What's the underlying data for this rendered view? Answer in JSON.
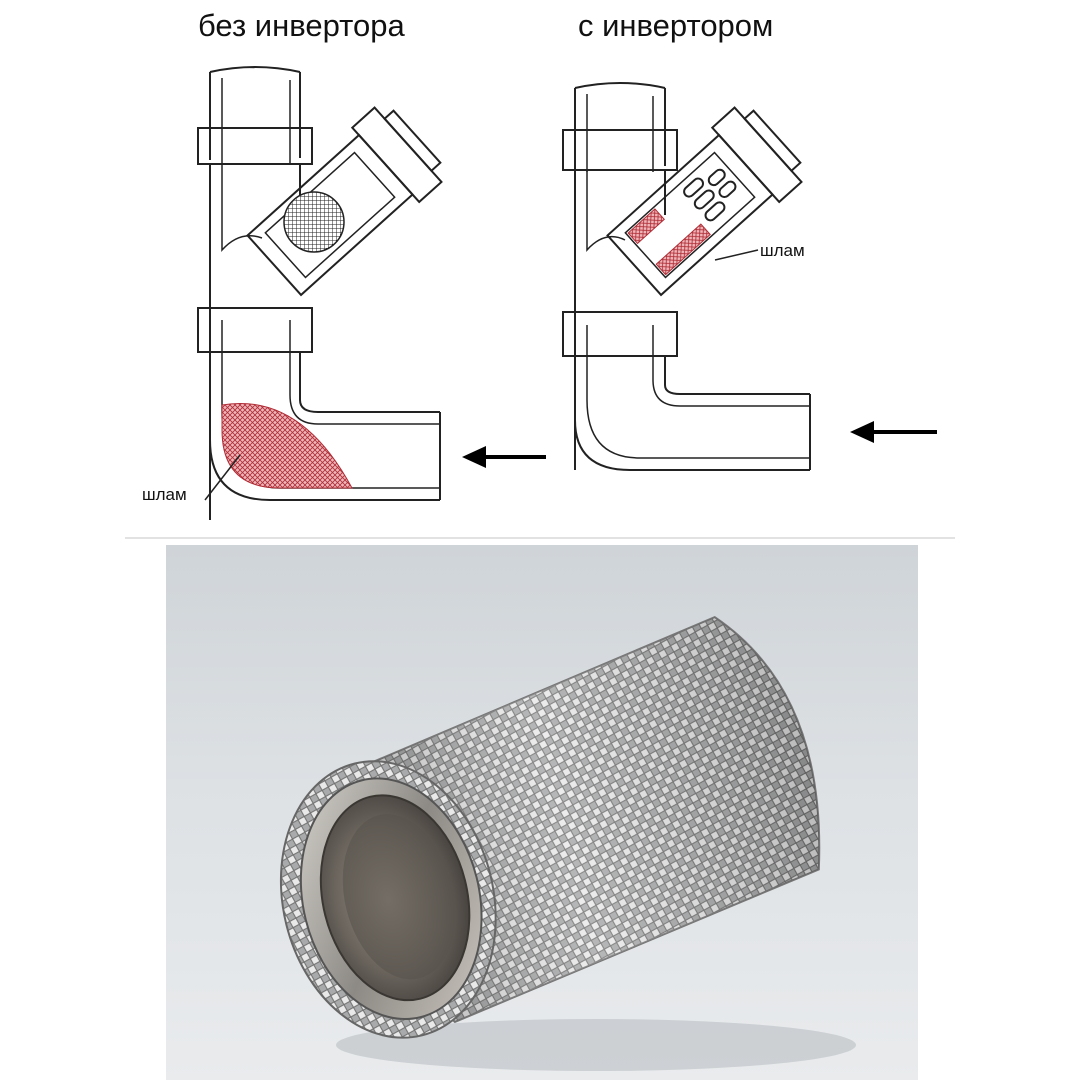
{
  "diagram": {
    "left": {
      "title": "без инвертора",
      "sludge_label": "шлам"
    },
    "right": {
      "title": "с инвертором",
      "sludge_label": "шлам"
    },
    "colors": {
      "line": "#222222",
      "sludge_fill": "#e8a3a6",
      "sludge_hatch": "#b02c36",
      "arrow": "#000000"
    }
  },
  "photo": {
    "subject": "mesh-cylinder-filter-insert",
    "colors": {
      "background": "#dde1e4",
      "metal_light": "#e4e4e4",
      "metal_dark": "#5b5650"
    }
  }
}
